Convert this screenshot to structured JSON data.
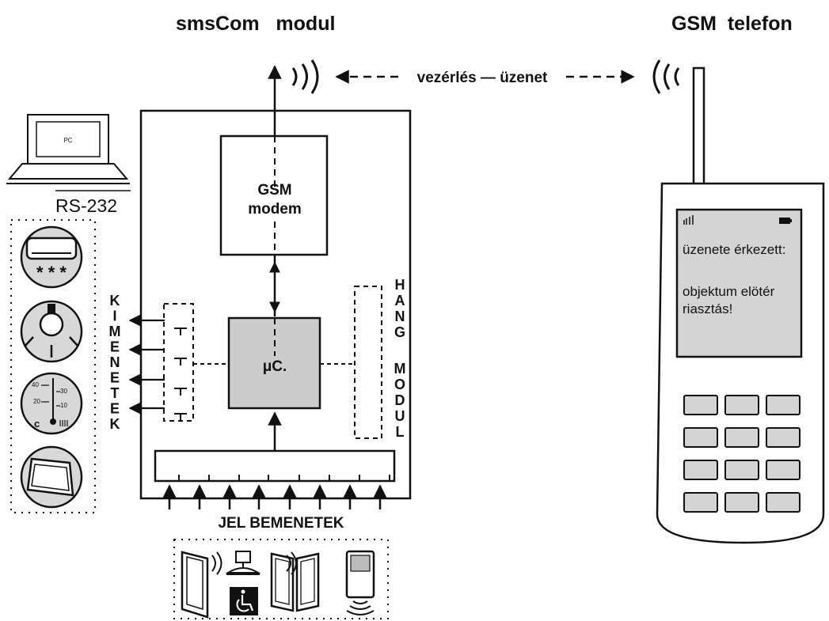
{
  "titles": {
    "module": "smsCom   modul",
    "phone": "GSM  telefon"
  },
  "link": {
    "label": "vezérlés — üzenet"
  },
  "pc": {
    "screen_label": "PC",
    "port_label": "RS-232"
  },
  "module": {
    "modem_line1": "GSM",
    "modem_line2": "modem",
    "mcu_label": "μC."
  },
  "outputs": {
    "label_letters": [
      "K",
      "I",
      "M",
      "E",
      "N",
      "E",
      "T",
      "E",
      "K"
    ],
    "devices": [
      "siren-icon",
      "lamp-icon",
      "thermostat-icon",
      "window-icon"
    ],
    "thermo_scale": [
      "40",
      "20",
      "c",
      "30",
      "10"
    ]
  },
  "sound_module": {
    "letters_top": [
      "H",
      "A",
      "N",
      "G"
    ],
    "letters_bottom": [
      "M",
      "O",
      "D",
      "U",
      "L"
    ]
  },
  "inputs": {
    "label": "JEL BEMENETEK",
    "devices": [
      "door-contact-icon",
      "motion-detector-icon",
      "wheelchair-icon",
      "double-door-icon",
      "pir-sensor-icon"
    ]
  },
  "phone": {
    "screen_line1": "üzenete érkezett:",
    "screen_line2": "objektum elötér",
    "screen_line3": "riasztás!",
    "keypad_rows": 4,
    "keypad_cols": 3
  },
  "colors": {
    "mcu_fill": "#cccccc",
    "screen_fill": "#d4d4d4",
    "key_fill": "#d4d4d4",
    "stroke": "#111111"
  }
}
